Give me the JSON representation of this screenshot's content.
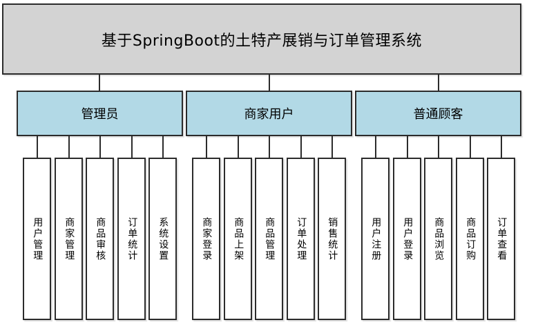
{
  "diagram": {
    "type": "hierarchy-tree",
    "title": {
      "label": "基于SpringBoot的土特产展销与订单管理系统",
      "fill_color": "#d3d3d3",
      "border_color": "#2b2b2b"
    },
    "roles": [
      {
        "id": "admin",
        "label": "管理员",
        "fill_color": "#b2d9e6",
        "functions": [
          {
            "id": "user-management",
            "label": "用户管理"
          },
          {
            "id": "merchant-management",
            "label": "商家管理"
          },
          {
            "id": "product-review",
            "label": "商品审核"
          },
          {
            "id": "order-statistics",
            "label": "订单统计"
          },
          {
            "id": "system-settings",
            "label": "系统设置"
          }
        ]
      },
      {
        "id": "merchant",
        "label": "商家用户",
        "fill_color": "#b2d9e6",
        "functions": [
          {
            "id": "merchant-login",
            "label": "商家登录"
          },
          {
            "id": "product-listing",
            "label": "商品上架"
          },
          {
            "id": "product-management",
            "label": "商品管理"
          },
          {
            "id": "order-processing",
            "label": "订单处理"
          },
          {
            "id": "sales-statistics",
            "label": "销售统计"
          }
        ]
      },
      {
        "id": "customer",
        "label": "普通顾客",
        "fill_color": "#b2d9e6",
        "functions": [
          {
            "id": "user-register",
            "label": "用户注册"
          },
          {
            "id": "user-login",
            "label": "用户登录"
          },
          {
            "id": "product-browse",
            "label": "商品浏览"
          },
          {
            "id": "product-order",
            "label": "商品订购"
          },
          {
            "id": "order-view",
            "label": "订单查看"
          }
        ]
      }
    ]
  }
}
